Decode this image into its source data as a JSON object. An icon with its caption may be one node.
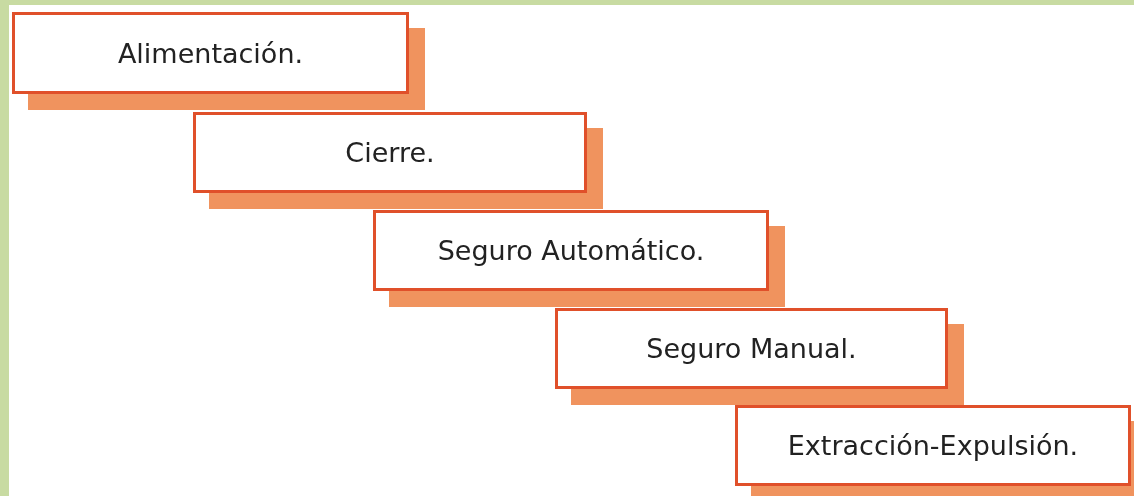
{
  "diagram": {
    "nodes": [
      {
        "text": [
          "Alimentación."
        ]
      },
      {
        "text": [
          "Cierre."
        ]
      },
      {
        "text": [
          "Seguro Automático."
        ]
      },
      {
        "text": [
          "Seguro Manual."
        ]
      },
      {
        "text": [
          "Extracción-Expulsión."
        ]
      }
    ]
  }
}
